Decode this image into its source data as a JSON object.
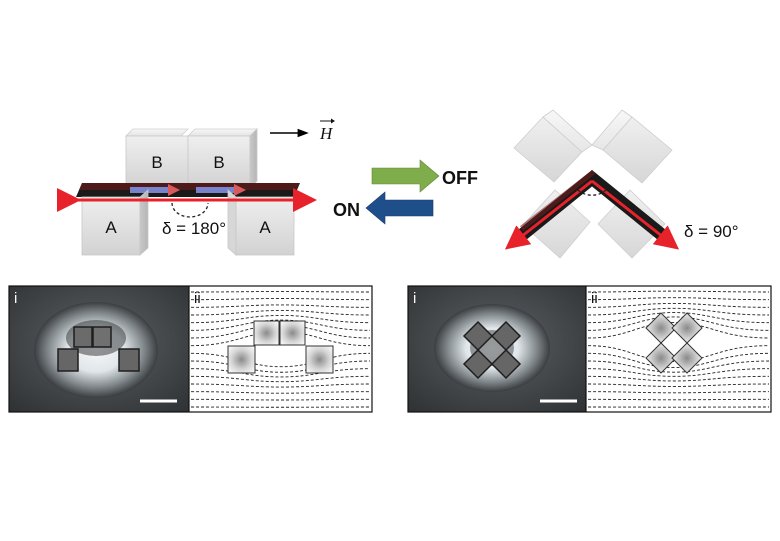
{
  "top_schematic": {
    "field_symbol": "H",
    "left_config": {
      "cube_labels": [
        "B",
        "B",
        "A",
        "A"
      ],
      "angle_label": "δ = 180°"
    },
    "right_config": {
      "angle_label": "δ = 90°"
    },
    "switch": {
      "off_label": "OFF",
      "on_label": "ON",
      "off_arrow_color": "#7fad4c",
      "on_arrow_color": "#1f4f8a"
    },
    "magnetization_color": "#e8222a"
  },
  "panels": [
    {
      "subpanel_labels": [
        "i",
        "ii"
      ]
    },
    {
      "subpanel_labels": [
        "i",
        "ii"
      ]
    }
  ]
}
